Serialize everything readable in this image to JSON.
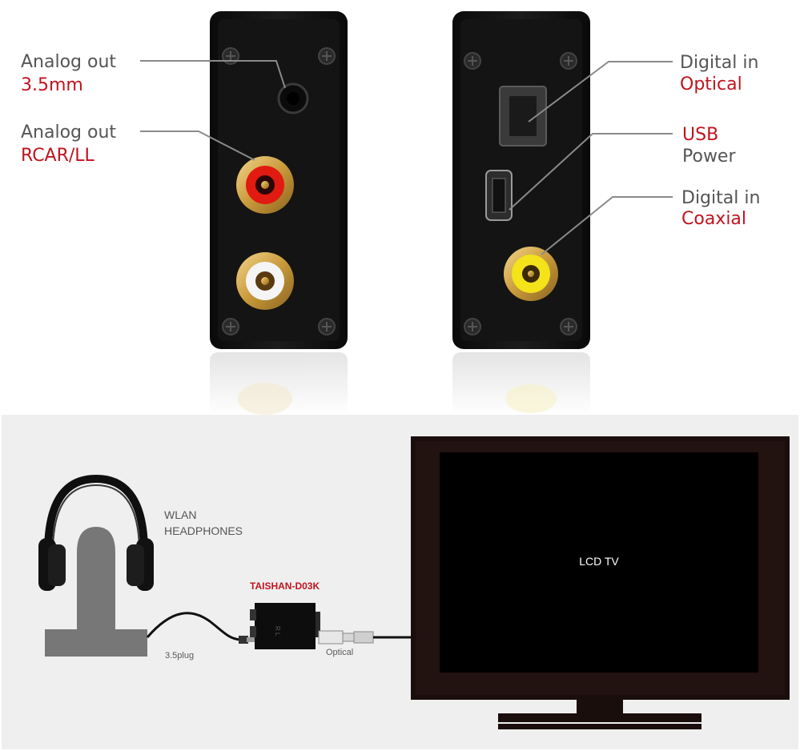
{
  "top_labels": {
    "analog_35": {
      "line1": "Analog out",
      "line2": "3.5mm"
    },
    "analog_rca": {
      "line1": "Analog out",
      "line2": "RCAR/LL"
    },
    "digital_optical": {
      "line1": "Digital in",
      "line2": "Optical"
    },
    "usb_power": {
      "line1": "USB",
      "line2": "Power"
    },
    "digital_coaxial": {
      "line1": "Digital in",
      "line2": "Coaxial"
    }
  },
  "bottom_diagram": {
    "headphones_label_1": "WLAN",
    "headphones_label_2": "HEADPHONES",
    "converter_model": "TAISHAN-D03K",
    "converter_side_text": "R   L",
    "plug_label": "3.5plug",
    "optical_label": "Optical",
    "tv_label": "LCD TV"
  },
  "colors": {
    "accent_red": "#c0141e",
    "label_grey": "#555555",
    "panel_bg": "#efefef",
    "device_black": "#111111",
    "rca_red": "#e11b12",
    "rca_white": "#f5f5f5",
    "coax_yellow": "#f4e21a",
    "gold": "#d4a64a"
  }
}
